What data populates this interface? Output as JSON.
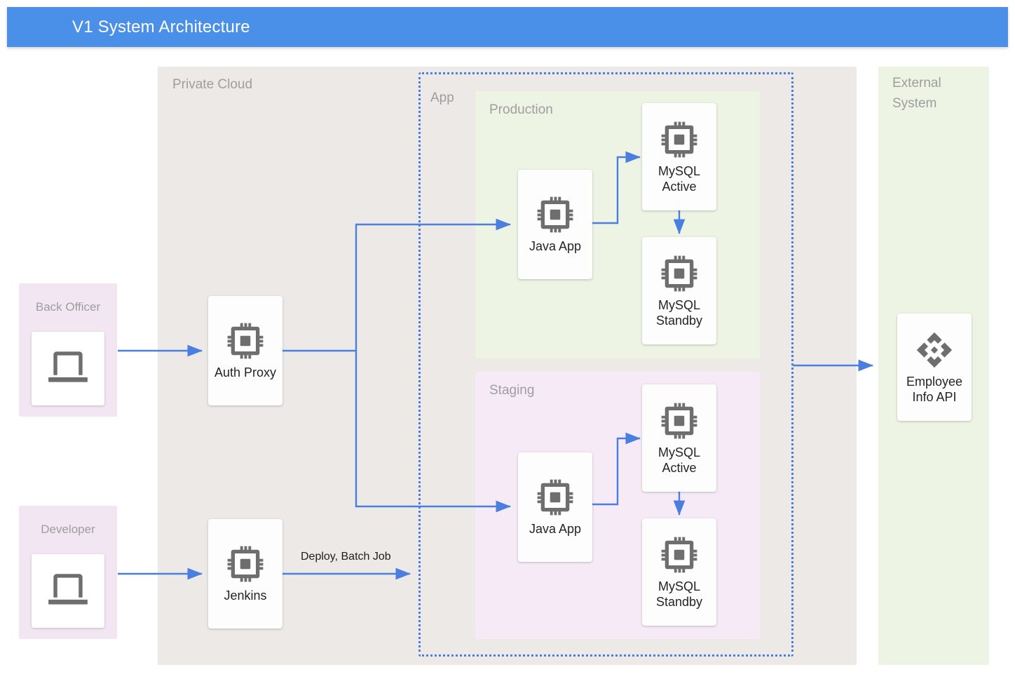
{
  "header": {
    "title": "V1 System Architecture",
    "color": "#4a90e8"
  },
  "groups": {
    "private_cloud": {
      "label": "Private Cloud",
      "color": "#ede9e7"
    },
    "app": {
      "label": "App",
      "border_color": "#4a7fe0"
    },
    "production": {
      "label": "Production",
      "color": "#eef4e4"
    },
    "staging": {
      "label": "Staging",
      "color": "#f5eaf6"
    },
    "external_system": {
      "label": "External\nSystem",
      "color": "#eef4e4"
    },
    "back_officer": {
      "label": "Back Officer",
      "color": "#f3e6f3"
    },
    "developer": {
      "label": "Developer",
      "color": "#f3e6f3"
    }
  },
  "nodes": {
    "back_officer_client": {
      "label": "",
      "icon": "laptop-icon"
    },
    "developer_client": {
      "label": "",
      "icon": "laptop-icon"
    },
    "auth_proxy": {
      "label": "Auth Proxy",
      "icon": "cpu-chip-icon"
    },
    "jenkins": {
      "label": "Jenkins",
      "icon": "cpu-chip-icon"
    },
    "prod_java_app": {
      "label": "Java App",
      "icon": "cpu-chip-icon"
    },
    "prod_mysql_active": {
      "label": "MySQL\nActive",
      "icon": "cpu-chip-icon"
    },
    "prod_mysql_standby": {
      "label": "MySQL\nStandby",
      "icon": "cpu-chip-icon"
    },
    "staging_java_app": {
      "label": "Java App",
      "icon": "cpu-chip-icon"
    },
    "staging_mysql_active": {
      "label": "MySQL\nActive",
      "icon": "cpu-chip-icon"
    },
    "staging_mysql_standby": {
      "label": "MySQL\nStandby",
      "icon": "cpu-chip-icon"
    },
    "employee_info_api": {
      "label": "Employee\nInfo API",
      "icon": "api-diamond-icon"
    }
  },
  "edges": {
    "jenkins_to_app": {
      "label": "Deploy, Batch Job",
      "color": "#4a7fe0"
    }
  }
}
